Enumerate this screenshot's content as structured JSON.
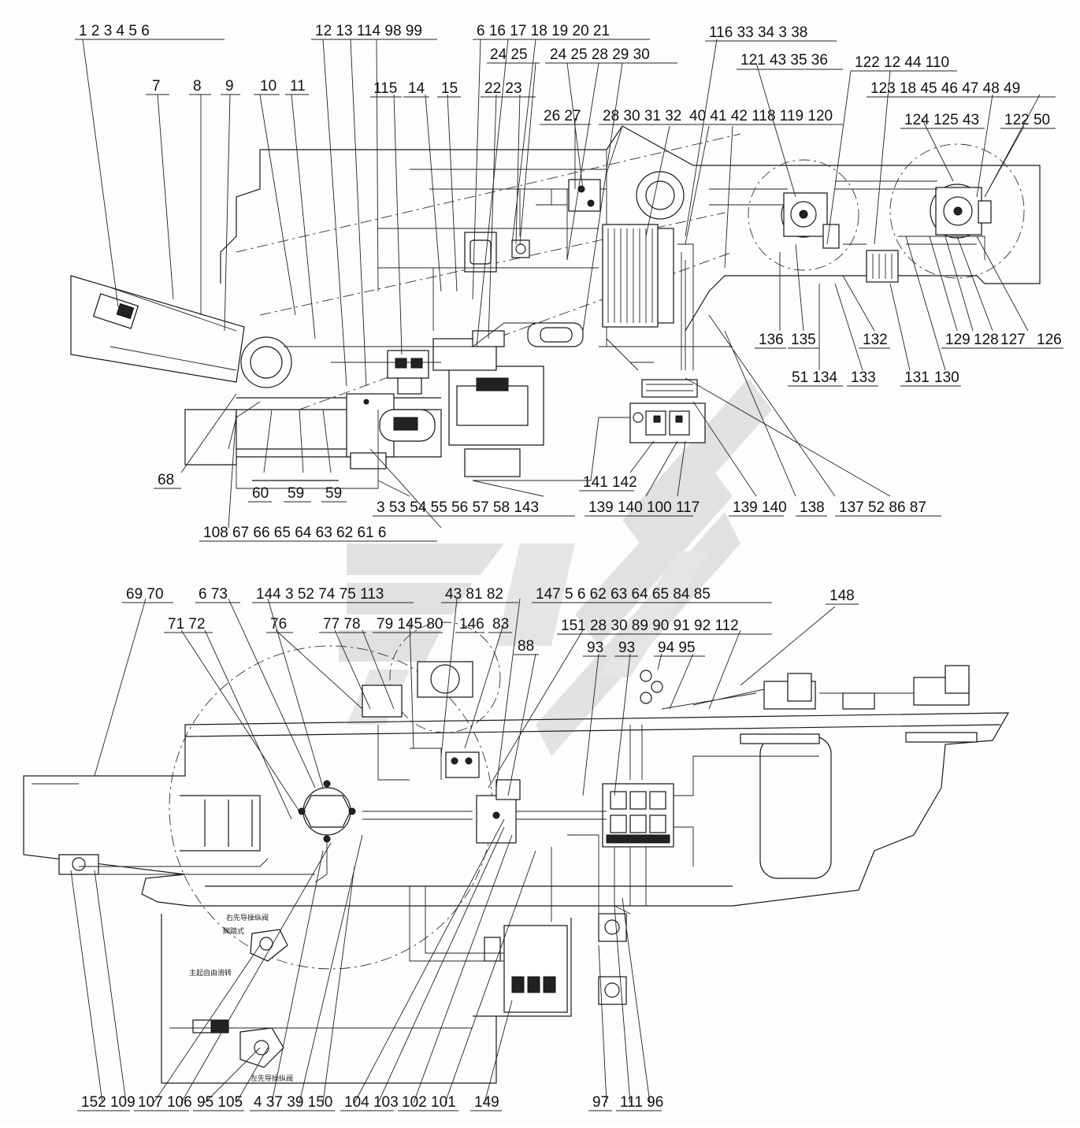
{
  "upper_view": {
    "label_rows": [
      [
        "1",
        "2",
        "3",
        "4",
        "5",
        "6"
      ],
      [
        "12",
        "13",
        "114",
        "98",
        "99"
      ],
      [
        "6",
        "16",
        "17",
        "18",
        "19",
        "20",
        "21"
      ],
      [
        "24",
        "25"
      ],
      [
        "24",
        "25",
        "28",
        "29",
        "30"
      ],
      [
        "116",
        "33",
        "34",
        "3",
        "38"
      ],
      [
        "121",
        "43",
        "35",
        "36"
      ],
      [
        "122",
        "12",
        "44",
        "110"
      ],
      [
        "123",
        "18",
        "45",
        "46",
        "47",
        "48",
        "49"
      ],
      [
        "124",
        "125",
        "43"
      ],
      [
        "122",
        "50"
      ],
      [
        "7"
      ],
      [
        "8"
      ],
      [
        "9"
      ],
      [
        "10"
      ],
      [
        "11"
      ],
      [
        "115"
      ],
      [
        "14"
      ],
      [
        "15"
      ],
      [
        "22",
        "23"
      ],
      [
        "26",
        "27"
      ],
      [
        "28",
        "30",
        "31",
        "32"
      ],
      [
        "40",
        "41",
        "42",
        "118",
        "119",
        "120"
      ],
      [
        "136"
      ],
      [
        "135"
      ],
      [
        "132"
      ],
      [
        "129"
      ],
      [
        "128"
      ],
      [
        "127"
      ],
      [
        "126"
      ],
      [
        "51",
        "134"
      ],
      [
        "133"
      ],
      [
        "131"
      ],
      [
        "130"
      ],
      [
        "68"
      ],
      [
        "60"
      ],
      [
        "59"
      ],
      [
        "59"
      ],
      [
        "141",
        "142"
      ],
      [
        "3",
        "53",
        "54",
        "55",
        "56",
        "57",
        "58",
        "143"
      ],
      [
        "139",
        "140",
        "100",
        "117"
      ],
      [
        "139",
        "140"
      ],
      [
        "138"
      ],
      [
        "137",
        "52",
        "86",
        "87"
      ],
      [
        "108",
        "67",
        "66",
        "65",
        "64",
        "63",
        "62",
        "61",
        "6"
      ]
    ]
  },
  "lower_view": {
    "label_rows": [
      [
        "69",
        "70"
      ],
      [
        "6",
        "73"
      ],
      [
        "144",
        "3",
        "52",
        "74",
        "75",
        "113"
      ],
      [
        "43",
        "81",
        "82"
      ],
      [
        "147",
        "5",
        "6",
        "62",
        "63",
        "64",
        "65",
        "84",
        "85"
      ],
      [
        "148"
      ],
      [
        "71",
        "72"
      ],
      [
        "76"
      ],
      [
        "77",
        "78"
      ],
      [
        "79",
        "145",
        "80"
      ],
      [
        "146"
      ],
      [
        "83"
      ],
      [
        "88"
      ],
      [
        "151",
        "28",
        "30",
        "89",
        "90",
        "91",
        "92",
        "112"
      ],
      [
        "93"
      ],
      [
        "93"
      ],
      [
        "94",
        "95"
      ],
      [
        "152",
        "109"
      ],
      [
        "107",
        "106"
      ],
      [
        "95",
        "105"
      ],
      [
        "4",
        "37",
        "39",
        "150"
      ],
      [
        "104",
        "103"
      ],
      [
        "102"
      ],
      [
        "101"
      ],
      [
        "149"
      ],
      [
        "97"
      ],
      [
        "111",
        "96"
      ]
    ],
    "annotations": {
      "right_pilot_valve": "右先导操纵阀",
      "left_pilot_valve": "左先导操纵阀",
      "pedal": "脚踏式",
      "main_slew_release": "主起自由滑转"
    }
  },
  "colors": {
    "ink": "#111111",
    "paper": "#ffffff",
    "watermark": "#c8cbcc"
  }
}
